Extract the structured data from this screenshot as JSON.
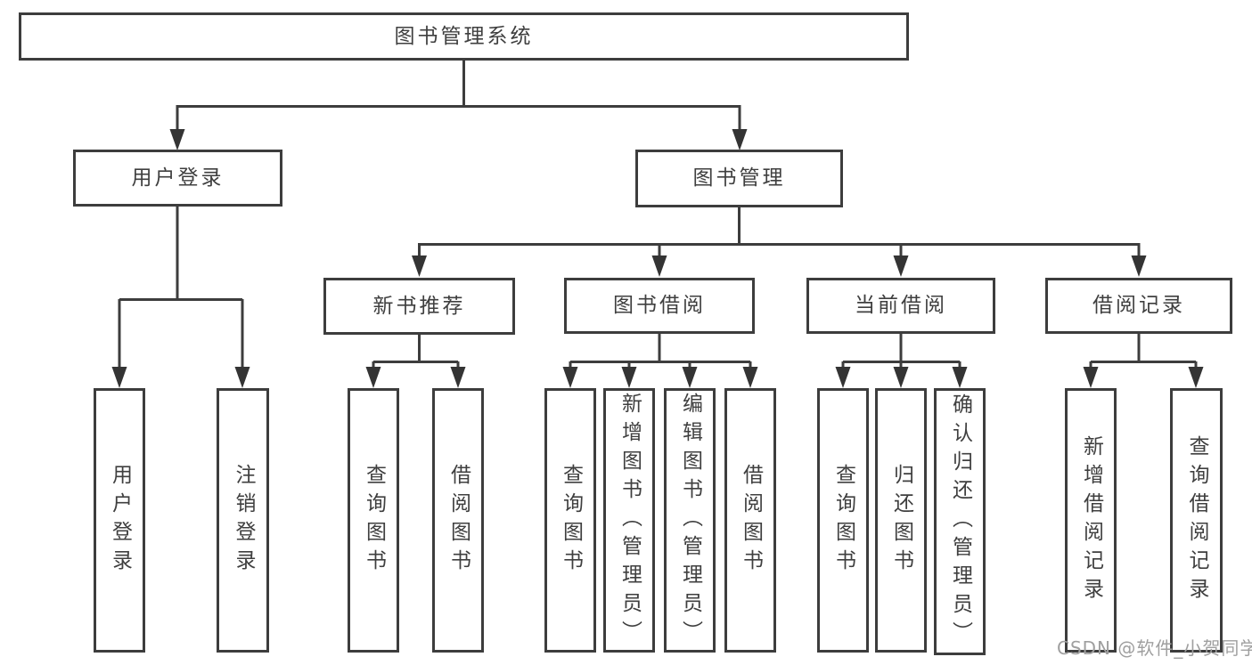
{
  "tree": {
    "label": "图书管理系统",
    "children": [
      {
        "label": "用户登录",
        "children": [
          {
            "label": "用户登录"
          },
          {
            "label": "注销登录"
          }
        ]
      },
      {
        "label": "图书管理",
        "children": [
          {
            "label": "新书推荐",
            "children": [
              {
                "label": "查询图书"
              },
              {
                "label": "借阅图书"
              }
            ]
          },
          {
            "label": "图书借阅",
            "children": [
              {
                "label": "查询图书"
              },
              {
                "label": "新增图书（管理员）"
              },
              {
                "label": "编辑图书（管理员）"
              },
              {
                "label": "借阅图书"
              }
            ]
          },
          {
            "label": "当前借阅",
            "children": [
              {
                "label": "查询图书"
              },
              {
                "label": "归还图书"
              },
              {
                "label": "确认归还（管理员）"
              }
            ]
          },
          {
            "label": "借阅记录",
            "children": [
              {
                "label": "新增借阅记录"
              },
              {
                "label": "查询借阅记录"
              }
            ]
          }
        ]
      }
    ]
  },
  "watermark": {
    "text": "CSDN @软件_小贺同学"
  },
  "colors": {
    "line": "#3d3d3d",
    "box_border": "#3d3d3d",
    "text": "#3f3f3f",
    "watermark": "#9f9f9f",
    "background": "#ffffff"
  }
}
